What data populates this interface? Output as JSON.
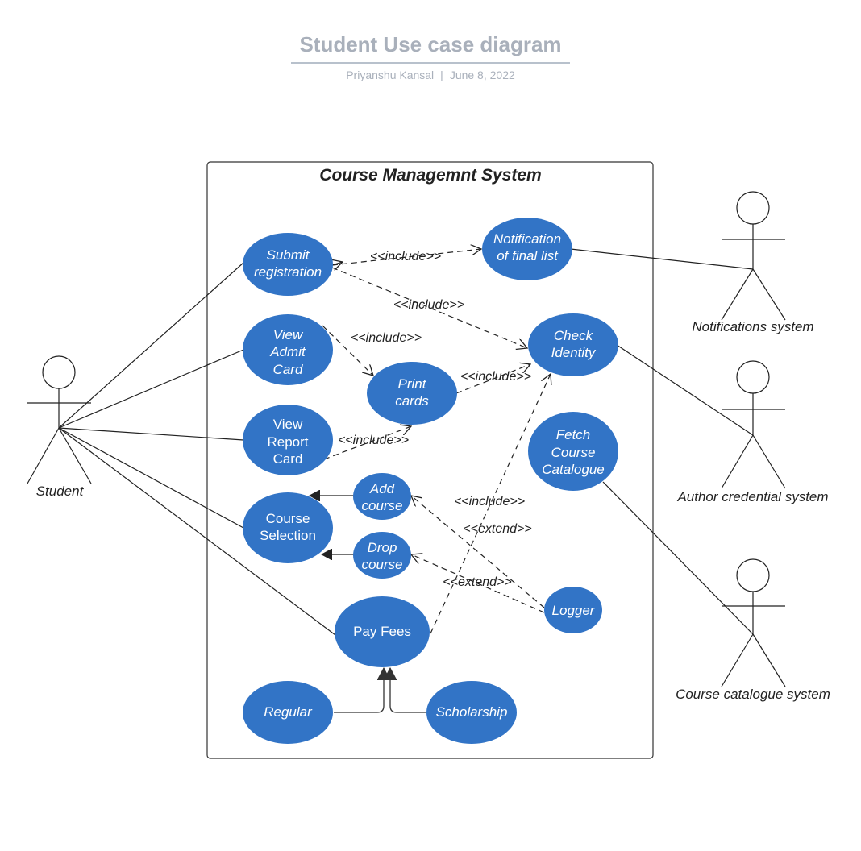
{
  "header": {
    "title": "Student Use case diagram",
    "author": "Priyanshu Kansal",
    "separator": "|",
    "date": "June 8, 2022"
  },
  "colors": {
    "usecase_fill": "#3274c6",
    "line": "#222222",
    "title": "#a9b0bb"
  },
  "system": {
    "title": "Course Managemnt System"
  },
  "actors": {
    "student": "Student",
    "notifications": "Notifications system",
    "author_credential": "Author credential system",
    "course_catalogue": "Course catalogue system"
  },
  "usecases": {
    "submit_registration": [
      "Submit",
      "registration"
    ],
    "notification_final_list": [
      "Notification",
      "of final list"
    ],
    "view_admit_card": [
      "View",
      "Admit",
      "Card"
    ],
    "check_identity": [
      "Check",
      "Identity"
    ],
    "print_cards": [
      "Print",
      "cards"
    ],
    "view_report_card": [
      "View",
      "Report",
      "Card"
    ],
    "fetch_course_catalogue": [
      "Fetch",
      "Course",
      "Catalogue"
    ],
    "add_course": [
      "Add",
      "course"
    ],
    "course_selection": [
      "Course",
      "Selection"
    ],
    "drop_course": [
      "Drop",
      "course"
    ],
    "logger": [
      "Logger"
    ],
    "pay_fees": [
      "Pay Fees"
    ],
    "regular": [
      "Regular"
    ],
    "scholarship": [
      "Scholarship"
    ]
  },
  "relations": {
    "include": "<<include>>",
    "extend": "<<extend>>"
  }
}
